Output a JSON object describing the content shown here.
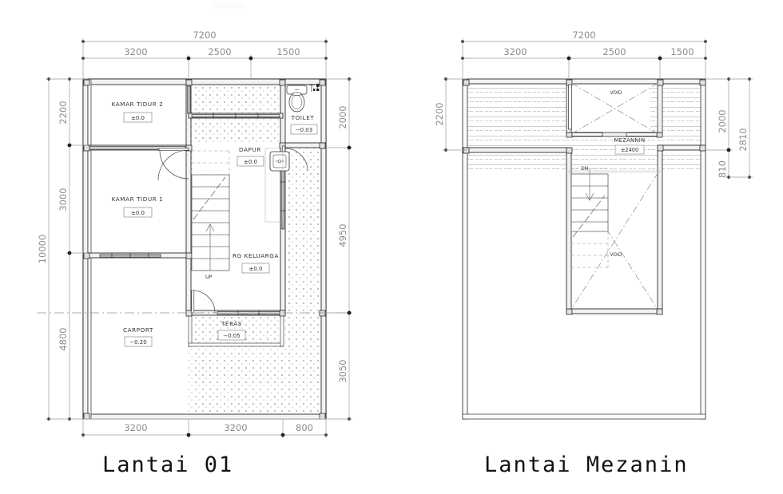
{
  "drawing": {
    "type": "architectural-floor-plan",
    "units": "mm",
    "background": "#ffffff",
    "line_color": "#2b2b2b",
    "dim_color": "#8c8c8c",
    "hatch_color": "#9a9a9a"
  },
  "plans": [
    {
      "id": "lantai-01",
      "title": "Lantai 01",
      "overall": {
        "width": "7200",
        "height": "10000"
      },
      "dims_top_overall": "7200",
      "dims_top": [
        "3200",
        "2500",
        "1500"
      ],
      "dims_bottom": [
        "3200",
        "3200",
        "800"
      ],
      "dims_left_overall": "10000",
      "dims_left": [
        "2200",
        "3000",
        "4800"
      ],
      "dims_right": [
        "2000",
        "4950",
        "3050"
      ],
      "rooms": [
        {
          "name": "KAMAR TIDUR 2",
          "level": "±0.0"
        },
        {
          "name": "KAMAR TIDUR 1",
          "level": "±0.0"
        },
        {
          "name": "TOILET",
          "level": "−0.03"
        },
        {
          "name": "DAPUR",
          "level": "±0.0"
        },
        {
          "name": "RG KELUARGA",
          "level": "±0.0"
        },
        {
          "name": "TERAS",
          "level": "−0.05"
        },
        {
          "name": "CARPORT",
          "level": "−0.20"
        }
      ],
      "annotations": [
        {
          "text": "UP",
          "meaning": "stair-up-direction"
        }
      ],
      "fixtures": [
        "wc-toilet",
        "shower-tap",
        "kitchen-sink",
        "stair-run",
        "swing-doors",
        "windows"
      ]
    },
    {
      "id": "lantai-mezanin",
      "title": "Lantai Mezanin",
      "overall": {
        "width": "7200"
      },
      "dims_top_overall": "7200",
      "dims_top": [
        "3200",
        "2500",
        "1500"
      ],
      "dims_left": [
        "2200"
      ],
      "dims_right": [
        "2000",
        "810"
      ],
      "dims_right_overall": "2810",
      "rooms": [
        {
          "name": "MEZANNIN",
          "level": "±2400"
        }
      ],
      "annotations": [
        {
          "text": "VOID",
          "meaning": "void-opening-upper"
        },
        {
          "text": "VOID",
          "meaning": "void-opening-lower"
        },
        {
          "text": "DN",
          "meaning": "stair-down-direction"
        }
      ],
      "fixtures": [
        "stair-run",
        "floor-joist-hatch",
        "railing",
        "void-crosses"
      ]
    }
  ]
}
